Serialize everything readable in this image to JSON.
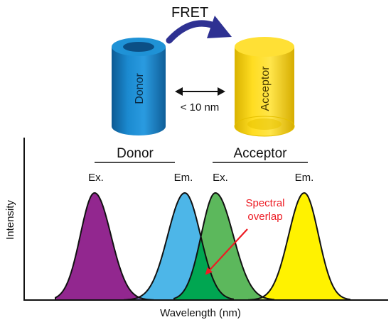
{
  "top": {
    "fret_label": "FRET",
    "donor_label": "Donor",
    "acceptor_label": "Acceptor",
    "distance_label": "< 10 nm"
  },
  "spectrum": {
    "donor_header": "Donor",
    "acceptor_header": "Acceptor",
    "donor_ex_label": "Ex.",
    "donor_em_label": "Em.",
    "acceptor_ex_label": "Ex.",
    "acceptor_em_label": "Em.",
    "overlap_label_line1": "Spectral",
    "overlap_label_line2": "overlap",
    "y_axis_label": "Intensity",
    "x_axis_label": "Wavelength (nm)"
  },
  "colors": {
    "fret_arrow": "#2E3192",
    "donor_cylinder": "#1B75BB",
    "acceptor_cylinder": "#F5D10A",
    "donor_excitation": "#92278F",
    "donor_emission": "#4DB6E8",
    "acceptor_excitation": "#5CB85C",
    "acceptor_emission": "#FFF200",
    "spectral_overlap": "#00A651",
    "overlap_annotation": "#ED1C24"
  }
}
